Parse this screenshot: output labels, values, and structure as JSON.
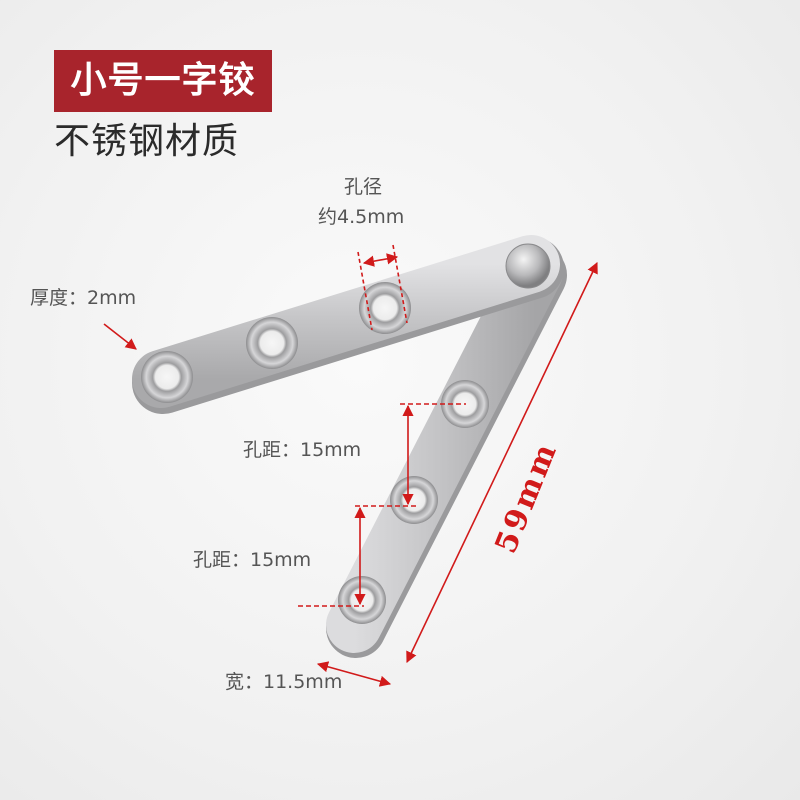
{
  "title": "小号一字铰",
  "subtitle": "不锈钢材质",
  "annotations": {
    "hole_diameter_line1": "孔径",
    "hole_diameter_line2": "约4.5mm",
    "thickness": "厚度：2mm",
    "hole_spacing_1": "孔距：15mm",
    "hole_spacing_2": "孔距：15mm",
    "width": "宽：11.5mm",
    "length": "59mm"
  },
  "colors": {
    "title_badge": "#a8242c",
    "annotation_red": "#d11a1a",
    "annotation_text": "#555555",
    "steel": "#c7c7c9"
  }
}
